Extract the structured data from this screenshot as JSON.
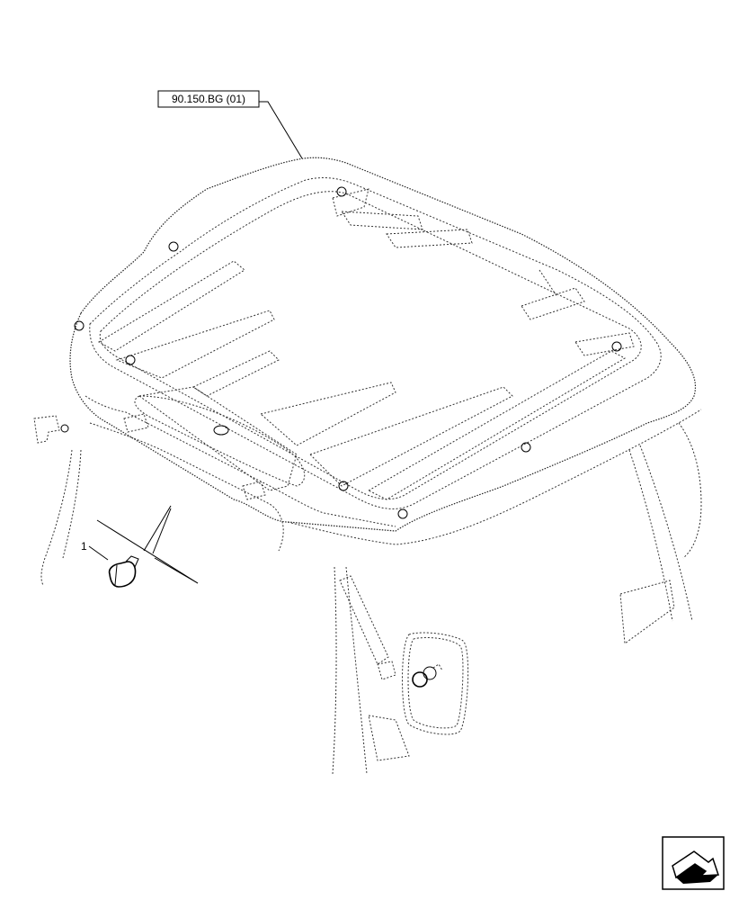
{
  "reference_label": "90.150.BG (01)",
  "callouts": [
    {
      "number": "1",
      "part": "lamp bulb"
    }
  ],
  "nav_icon": "arrow-return-icon"
}
